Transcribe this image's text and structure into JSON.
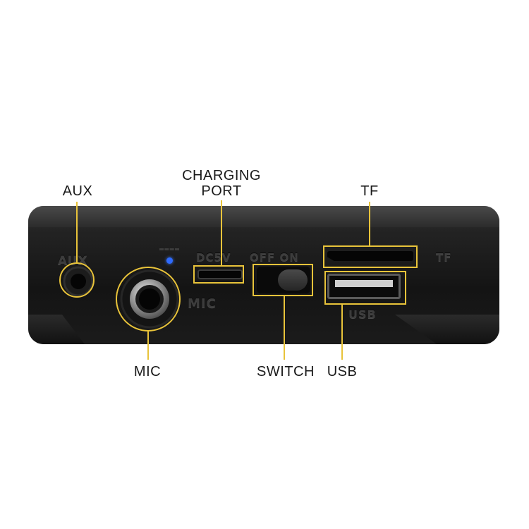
{
  "labels": {
    "aux": "AUX",
    "charging_port": "CHARGING\nPORT",
    "tf": "TF",
    "mic": "MIC",
    "switch": "SWITCH",
    "usb": "USB"
  },
  "panel_text": {
    "aux": "AUX",
    "dc5v": "DC5V",
    "off_on": "OFF ON",
    "mic": "MIC",
    "tf": "TF",
    "usb": "USB"
  },
  "colors": {
    "callout": "#e8c33a",
    "panel": "#1a1a1a",
    "led": "#2f6bff"
  }
}
